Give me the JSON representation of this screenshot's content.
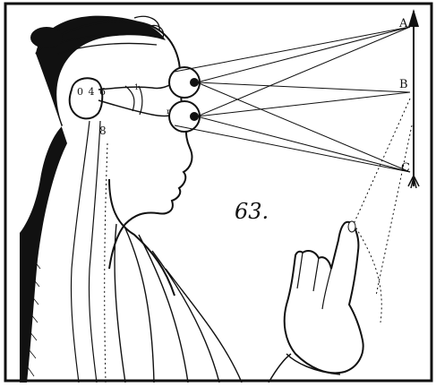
{
  "points": {
    "a": "A",
    "b": "B",
    "c": "C"
  },
  "plate_number": "63.",
  "brain_figure_label": "0 4 6",
  "nerve_label": "8",
  "eye_letters": {
    "upper_nerve": "1",
    "lower_nerve": "r"
  },
  "colors": {
    "ink": "#111111",
    "paper": "#ffffff"
  },
  "icons": {
    "arrow": "arrow-shaft-icon",
    "pointing_hand": "pointing-hand-icon"
  }
}
